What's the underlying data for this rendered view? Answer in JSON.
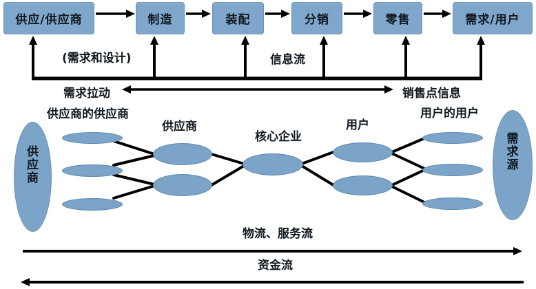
{
  "colors": {
    "node_fill": "#7fa7cb",
    "node_border": "#6b92b5",
    "ellipse_fill": "#7ca4c8",
    "line_color": "#000000",
    "text_color": "#10181f"
  },
  "process_chain": {
    "boxes": [
      {
        "label": "供应/供应商"
      },
      {
        "label": "制造"
      },
      {
        "label": "装配"
      },
      {
        "label": "分销"
      },
      {
        "label": "零售"
      },
      {
        "label": "需求/用户"
      }
    ]
  },
  "info_flow": {
    "design_label": "(需求和设计)",
    "info_label": "信息流",
    "demand_pull_label": "需求拉动",
    "pos_label": "销售点信息"
  },
  "network": {
    "left_source_label": "供应商",
    "right_source_label": "需求源",
    "tier_labels": [
      "供应商的供应商",
      "供应商",
      "核心企业",
      "用户",
      "用户的用户"
    ]
  },
  "bottom": {
    "logistics_label": "物流、服务流",
    "capital_label": "资金流"
  }
}
